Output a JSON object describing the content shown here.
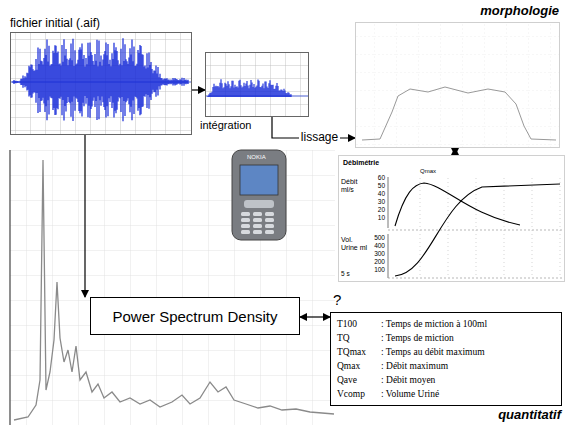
{
  "diagram": {
    "nodes": [
      {
        "text": [
          "fichier initial (.aif)"
        ]
      },
      {
        "text": [
          "intégration"
        ]
      },
      {
        "text": [
          "morphologie"
        ]
      },
      {
        "text": [
          "Débimétrie"
        ]
      },
      {
        "text": [
          "Power Spectrum Density"
        ]
      },
      {
        "text": [
          "T100",
          ": Temps de miction à 100ml",
          "TQ",
          ": Temps de miction",
          "TQmax",
          ": Temps au débit maximum",
          "Qmax",
          ": Débit maximum",
          "Qave",
          ": Débit moyen",
          "Vcomp",
          ": Volume Uriné",
          "quantitatif"
        ]
      }
    ],
    "edges": [
      {
        "from": 0,
        "to": 1,
        "arrow": "to"
      },
      {
        "from": 0,
        "to": 4,
        "arrow": "to"
      },
      {
        "from": 1,
        "to": 2,
        "label": "lissage",
        "arrow": "to"
      },
      {
        "from": 2,
        "to": 3,
        "arrow": "both"
      },
      {
        "from": 4,
        "to": 5,
        "arrow": "both"
      }
    ],
    "labels": [
      "?",
      "Débit ml/s",
      "Vol. Urine ml",
      "60",
      "50",
      "40",
      "30",
      "20",
      "10",
      "500",
      "400",
      "300",
      "200",
      "100",
      "5 s",
      "Qmax",
      "NOKIA"
    ]
  }
}
